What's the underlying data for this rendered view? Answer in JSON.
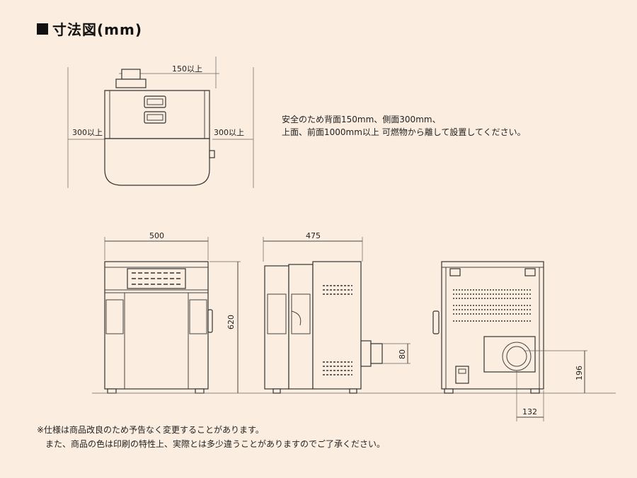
{
  "title": "寸法図(mm)",
  "note": {
    "line1": "安全のため背面150mm、側面300mm、",
    "line2": "上面、前面1000mm以上 可燃物から離して設置してください。"
  },
  "clearances": {
    "back": "150以上",
    "left": "300以上",
    "right": "300以上"
  },
  "dimensions": {
    "width": "500",
    "depth": "475",
    "height": "620",
    "flue_diameter": "80",
    "flue_height": "196",
    "flue_offset": "132"
  },
  "footer": {
    "line1": "※仕様は商品改良のため予告なく変更することがあります。",
    "line2": "また、商品の色は印刷の特性上、実際とは多少違うことがありますのでご了承ください。"
  }
}
